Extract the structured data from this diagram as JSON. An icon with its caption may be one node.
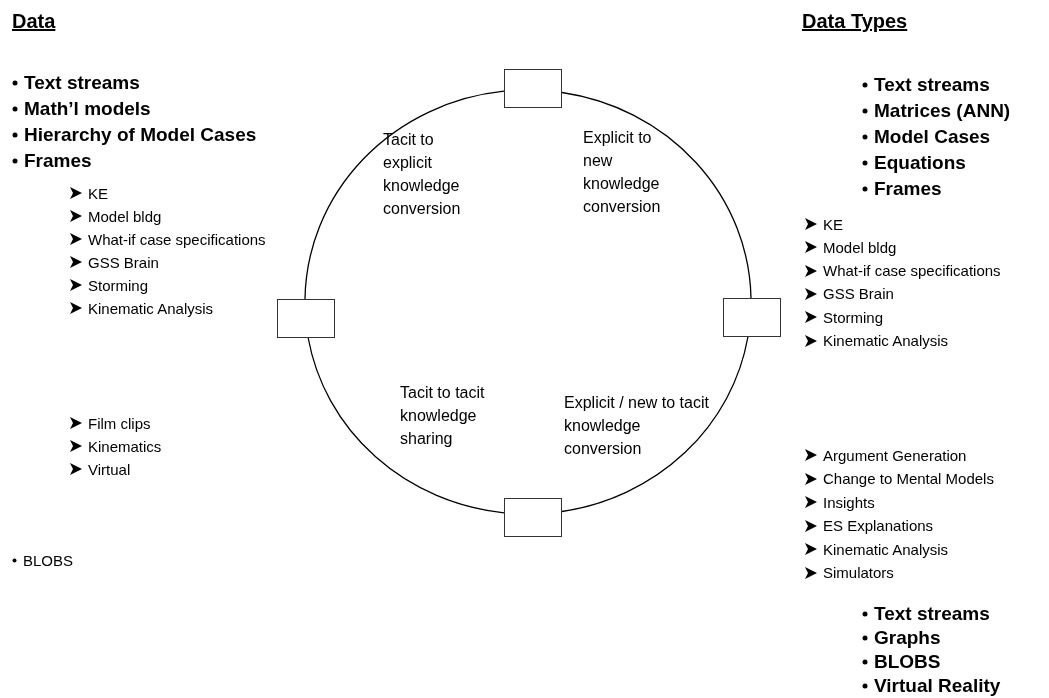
{
  "diagram": {
    "nodes": [
      {
        "text": [],
        "shape": "box"
      },
      {
        "text": [],
        "shape": "box"
      },
      {
        "text": [],
        "shape": "box"
      },
      {
        "text": [],
        "shape": "box"
      }
    ],
    "edges": [
      {
        "from": 0,
        "to": 1,
        "arrow": "none"
      },
      {
        "from": 0,
        "to": 2,
        "arrow": "none"
      },
      {
        "from": 1,
        "to": 3,
        "arrow": "none"
      },
      {
        "from": 2,
        "to": 3,
        "arrow": "none"
      }
    ],
    "labels": [
      "Data",
      "Data Types",
      "Text streams",
      "Math’l models",
      "Hierarchy of Model Cases",
      "Frames",
      "Text streams",
      "Matrices (ANN)",
      "Model Cases",
      "Equations",
      "Frames",
      "KE",
      "Model bldg",
      "What-if case specifications",
      "GSS Brain",
      "Storming",
      "Kinematic Analysis",
      "Tacit to explicit knowledge conversion",
      "Explicit to new knowledge conversion",
      "KE",
      "Model bldg",
      "What-if case specifications",
      "GSS Brain",
      "Storming",
      "Kinematic Analysis",
      "Film clips",
      "Kinematics",
      "Virtual",
      "Tacit to tacit knowledge sharing",
      "Explicit / new to tacit knowledge conversion",
      "Argument Generation",
      "Change to Mental Models",
      "Insights",
      "ES Explanations",
      "Kinematic Analysis",
      "Simulators",
      "BLOBS",
      "Text streams",
      "Graphs",
      "BLOBS",
      "Virtual Reality"
    ]
  }
}
